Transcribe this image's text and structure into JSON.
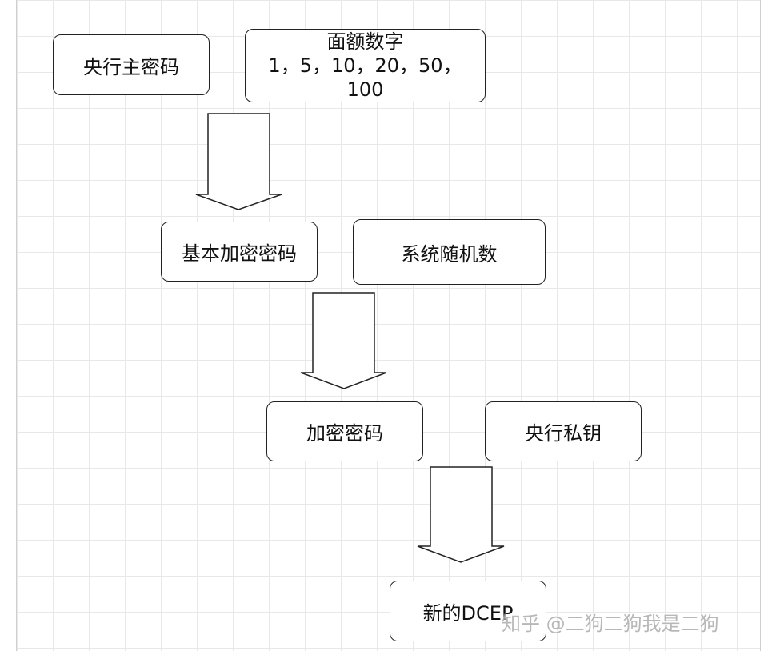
{
  "nodes": {
    "central_master_key": "央行主密码",
    "denomination_title": "面额数字",
    "denomination_values_line1": "1，5，10，20，50，",
    "denomination_values_line2": "100",
    "basic_encryption_key": "基本加密密码",
    "system_random_number": "系统随机数",
    "encryption_key": "加密密码",
    "central_private_key": "央行私钥",
    "new_dcep": "新的DCEP"
  },
  "watermark": "知乎 @二狗二狗我是二狗"
}
